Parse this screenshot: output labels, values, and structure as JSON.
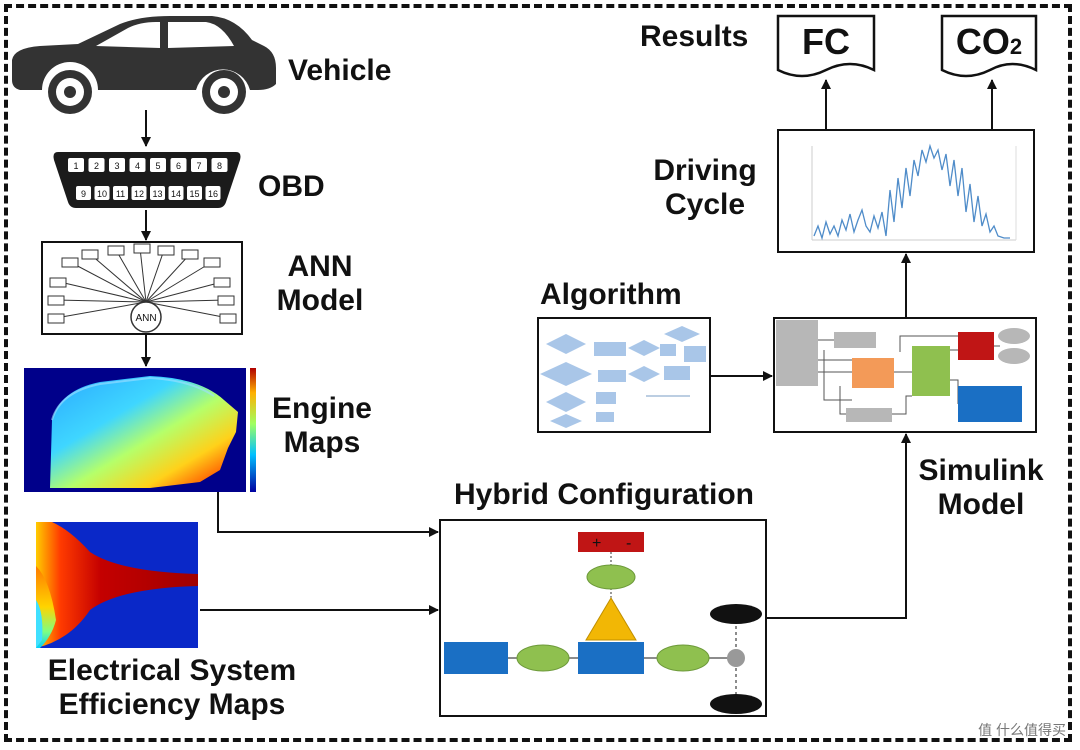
{
  "labels": {
    "vehicle": "Vehicle",
    "obd": "OBD",
    "ann_model_line1": "ANN",
    "ann_model_line2": "Model",
    "ann_node": "ANN",
    "engine_maps_line1": "Engine",
    "engine_maps_line2": "Maps",
    "electrical_line1": "Electrical System",
    "electrical_line2": "Efficiency Maps",
    "hybrid_configuration": "Hybrid Configuration",
    "algorithm": "Algorithm",
    "simulink_line1": "Simulink",
    "simulink_line2": "Model",
    "driving_cycle_line1": "Driving",
    "driving_cycle_line2": "Cycle",
    "results": "Results",
    "fc": "FC",
    "co2_base": "CO",
    "co2_sub": "2",
    "battery_plus": "+",
    "battery_minus": "-"
  },
  "obd_pins_top": [
    "1",
    "2",
    "3",
    "4",
    "5",
    "6",
    "7",
    "8"
  ],
  "obd_pins_bottom": [
    "9",
    "10",
    "11",
    "12",
    "13",
    "14",
    "15",
    "16"
  ],
  "watermark": "值 什么值得买",
  "colors": {
    "blue_block": "#1a6fc4",
    "green_ellipse": "#8fc04f",
    "red_block": "#c01515",
    "triangle": "#f2b705",
    "orange_block": "#f39a58",
    "grey_block": "#b7b7b7",
    "flow_block": "#a9c6e8",
    "cycle_line": "#4f8cc9"
  }
}
